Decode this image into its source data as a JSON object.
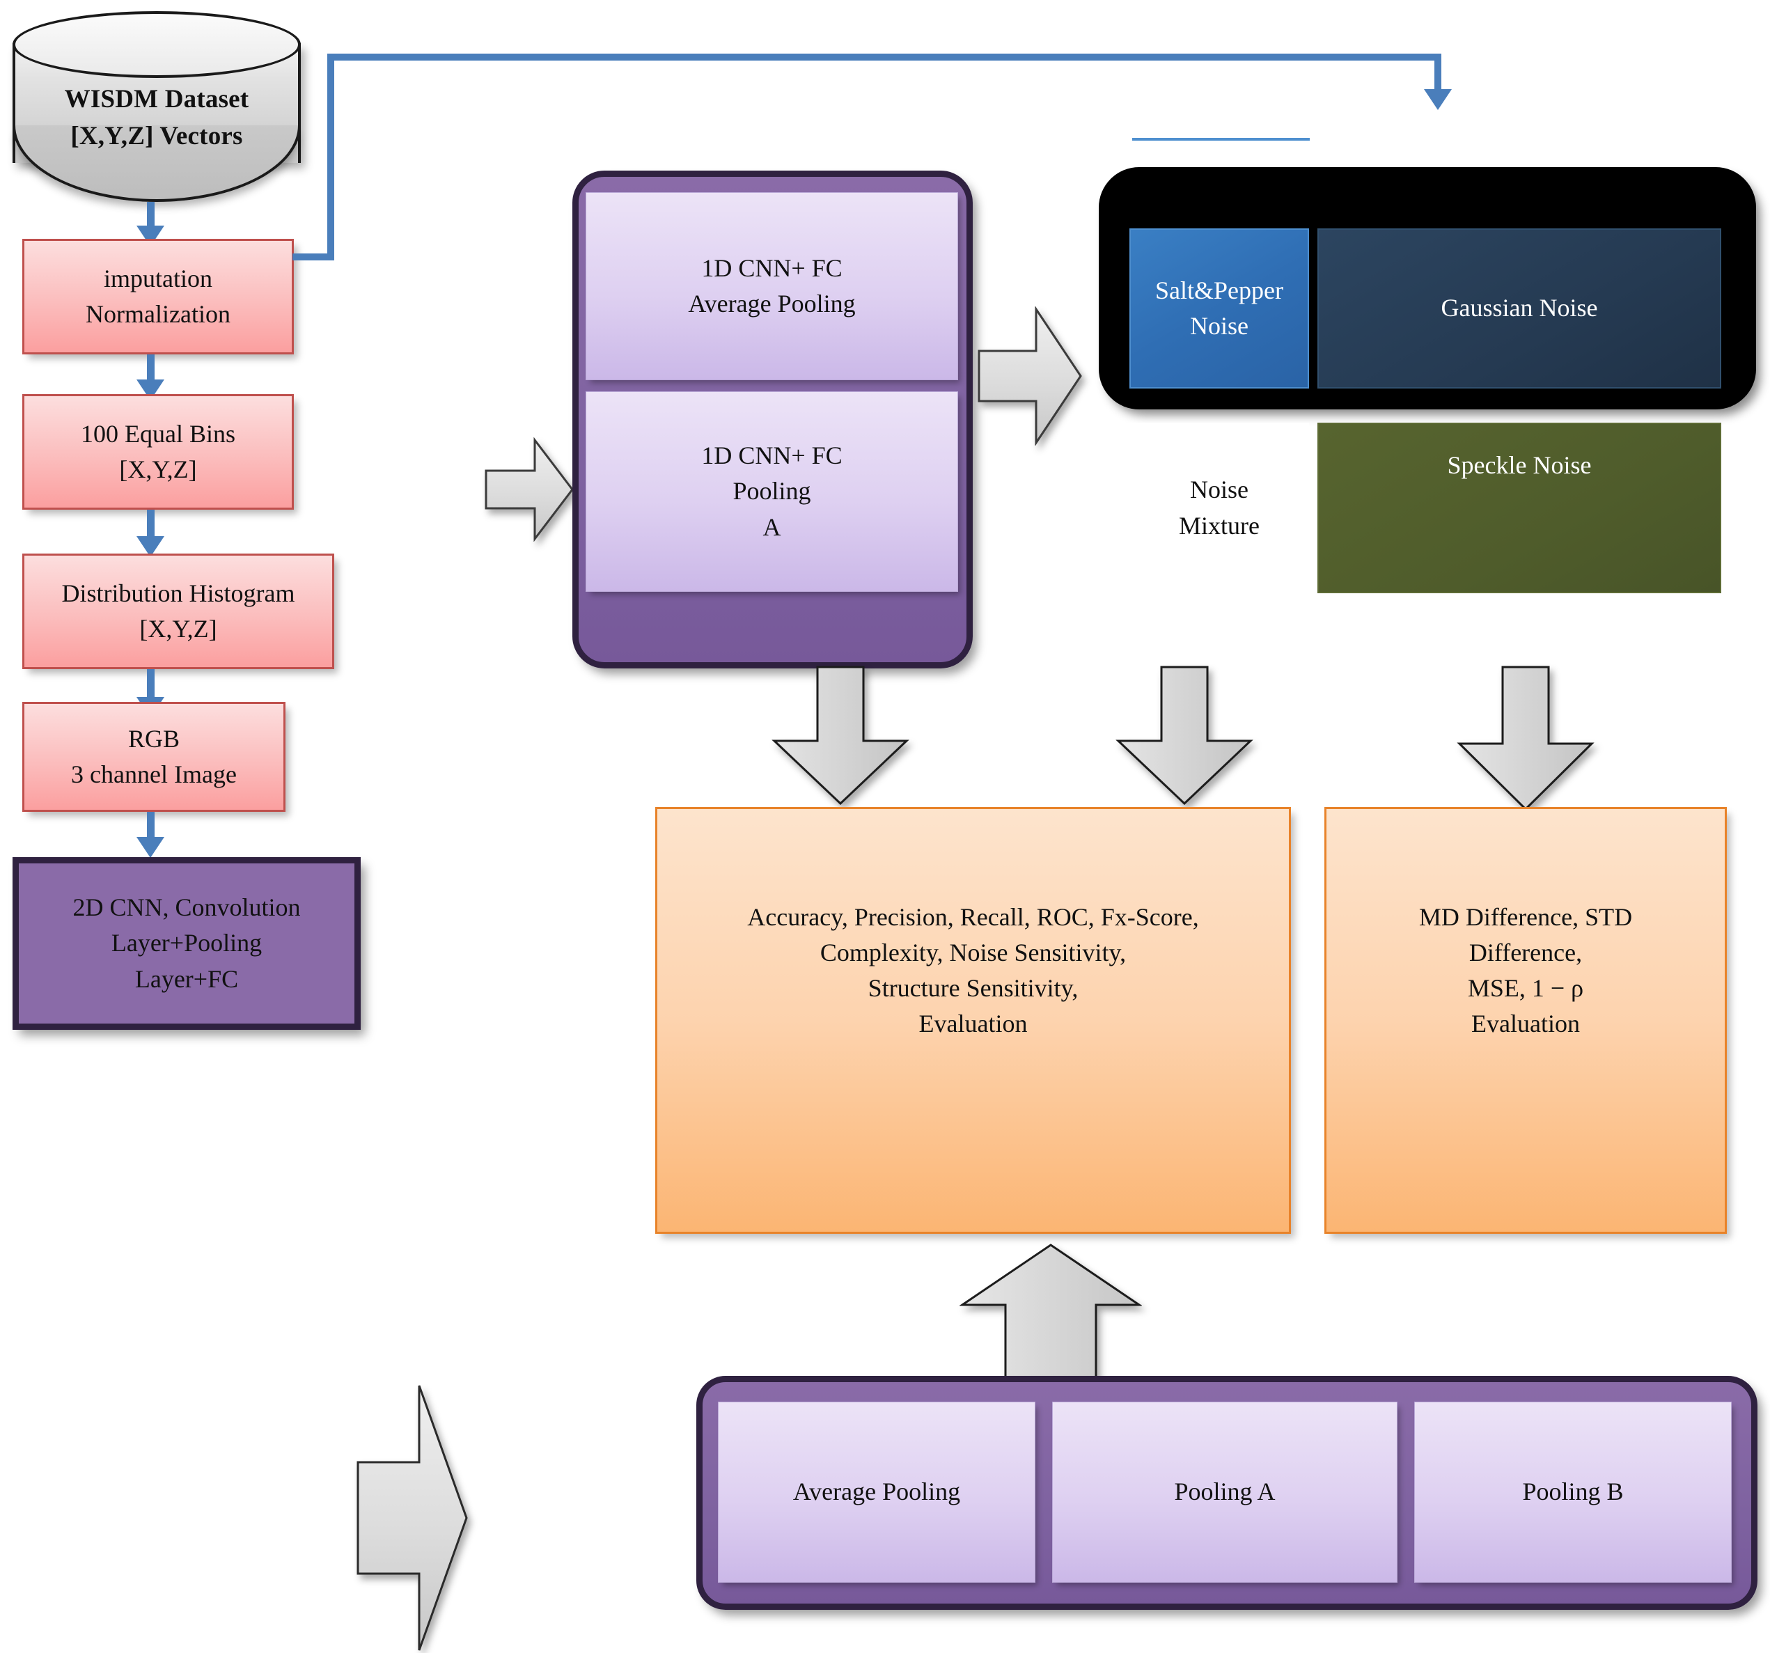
{
  "diagram": {
    "title": "Noise robustness evaluation pipeline for WISDM HAR data",
    "colors": {
      "pink_fill": "#fbbdbd",
      "pink_border": "#bf504d",
      "purple_shell": "#7e62a0",
      "purple_border": "#2f2140",
      "lavender_card": "#ded0f1",
      "orange_fill": "#fdd3ae",
      "orange_border": "#e8832a",
      "black_shell": "#000000",
      "connector_blue": "#4a7ebb",
      "gray_arrow": "#d4d4d4",
      "salt_pepper": "#2f6eb4",
      "gaussian": "#253a52",
      "noise_mixture": "#ffffff",
      "speckle": "#4f5c2b",
      "cylinder_gray": "#d8d8d8"
    }
  },
  "nodes": {
    "dataset": {
      "label": "WISDM Dataset\n[X,Y,Z] Vectors",
      "shape": "cylinder"
    },
    "preprocess": {
      "label": "imputation\nNormalization"
    },
    "bins": {
      "label": "100 Equal Bins\n[X,Y,Z]"
    },
    "histogram": {
      "label": "Distribution Histogram\n[X,Y,Z]"
    },
    "rgb": {
      "label": "RGB\n3 channel Image"
    },
    "cnn2d": {
      "label": "2D CNN, Convolution Layer+Pooling\nLayer+FC"
    },
    "cnn1d_group": {
      "cards": [
        {
          "label": "1D CNN+ FC\nAverage Pooling"
        },
        {
          "label": "1D CNN+ FC\nPooling\nA"
        }
      ]
    },
    "noise_group": {
      "tiles": [
        {
          "label": "Salt&Pepper\nNoise",
          "color": "#2f6eb4"
        },
        {
          "label": "Gaussian Noise",
          "color": "#253a52"
        },
        {
          "label": "Noise\nMixture",
          "color": "#ffffff"
        },
        {
          "label": "Speckle Noise",
          "color": "#4f5c2b"
        }
      ]
    },
    "eval_left": {
      "label": "Accuracy, Precision, Recall, ROC,  Fx-Score,\nComplexity, Noise Sensitivity,\nStructure Sensitivity,\nEvaluation"
    },
    "eval_right": {
      "label": "MD Difference, STD\nDifference,\nMSE, 1 − ρ\nEvaluation"
    },
    "pooling_group": {
      "cards": [
        {
          "label": "Average Pooling"
        },
        {
          "label": "Pooling A"
        },
        {
          "label": "Pooling B"
        }
      ]
    }
  },
  "connectors": {
    "dataset_to_preprocess": "arrow-down-blue",
    "preprocess_to_bins": "arrow-down-blue",
    "bins_to_histogram": "arrow-down-blue",
    "histogram_to_rgb": "arrow-down-blue",
    "rgb_to_cnn2d": "arrow-down-blue",
    "preprocess_to_noise": "elbow-blue-up-right-down",
    "preprocess_to_cnn1d": "arrow-right-gray",
    "cnn1d_to_noise": "arrow-right-gray",
    "cnn1d_to_eval_left": "arrow-down-gray",
    "noise_to_eval_left": "arrow-down-gray",
    "noise_to_eval_right": "arrow-down-gray",
    "pooling_to_eval_left": "arrow-up-gray",
    "cnn2d_to_pooling": "arrow-right-gray"
  }
}
